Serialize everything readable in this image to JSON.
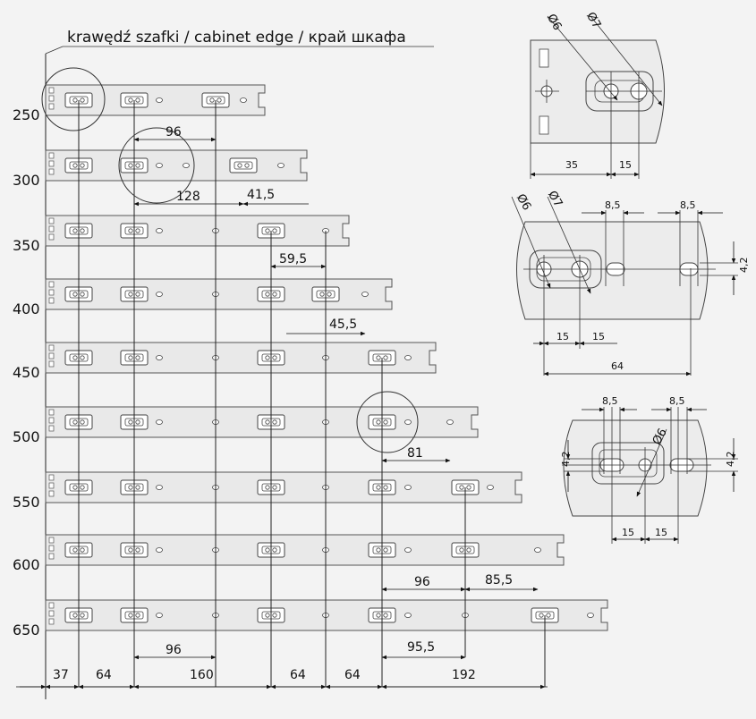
{
  "header": {
    "title": "krawędź szafki / cabinet edge / край шкафа"
  },
  "rail_lengths": [
    "250",
    "300",
    "350",
    "400",
    "450",
    "500",
    "550",
    "600",
    "650"
  ],
  "main_dimensions": {
    "d96_top": "96",
    "d128": "128",
    "d41_5": "41,5",
    "d59_5": "59,5",
    "d45_5": "45,5",
    "d81": "81",
    "d96_mid": "96",
    "d85_5": "85,5",
    "d96_low": "96",
    "d95_5": "95,5"
  },
  "bottom_dimensions": [
    "37",
    "64",
    "160",
    "64",
    "64",
    "192"
  ],
  "detail_top": {
    "dia1": "Ø6",
    "dia2": "Ø7",
    "w1": "35",
    "w2": "15"
  },
  "detail_mid": {
    "dia1": "Ø6",
    "dia2": "Ø7",
    "slot1": "8,5",
    "slot2": "8,5",
    "h": "4,2",
    "w1": "15",
    "w2": "15",
    "total": "64"
  },
  "detail_bottom": {
    "slot1": "8,5",
    "slot2": "8,5",
    "dia": "Ø6",
    "h_left": "4,2",
    "h_right": "4,2",
    "w1": "15",
    "w2": "15"
  }
}
